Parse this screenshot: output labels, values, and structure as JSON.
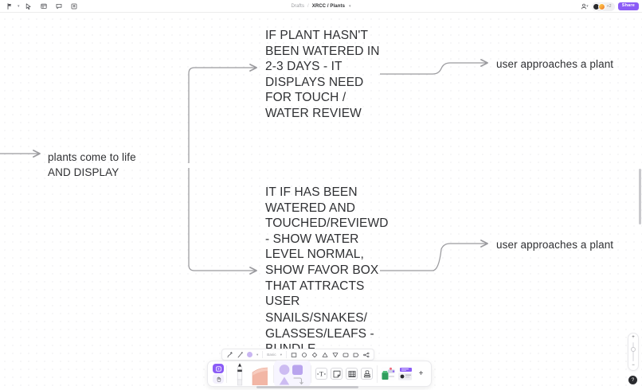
{
  "topbar": {
    "left_icons": [
      {
        "name": "menu-flag-icon",
        "label": "Menu"
      },
      {
        "name": "cursor-select-icon",
        "label": "Select"
      },
      {
        "name": "frame-icon",
        "label": "Frame"
      },
      {
        "name": "comment-icon",
        "label": "Comment"
      },
      {
        "name": "export-icon",
        "label": "Export"
      }
    ],
    "breadcrumb": {
      "root": "Drafts",
      "separator": "/",
      "current": "XRCC / Plants",
      "caret": "▾"
    },
    "right": {
      "person_label": "",
      "avatar_count_label": "+2",
      "share_label": "Share"
    }
  },
  "canvas": {
    "nodes": [
      {
        "id": "hasnt",
        "text": "IF PLANT HASN'T BEEN WATERED IN 2-3 DAYS - IT DISPLAYS NEED FOR TOUCH / WATER REVIEW"
      },
      {
        "id": "left",
        "text": "plants come to life AND DISPLAY"
      },
      {
        "id": "watered",
        "text": "IT IF HAS BEEN WATERED AND TOUCHED/REVIEWD - SHOW WATER LEVEL NORMAL,  SHOW FAVOR BOX THAT ATTRACTS USER"
      },
      {
        "id": "snails",
        "text": "SNAILS/SNAKES/ GLASSES/LEAFS - BUNDLE"
      },
      {
        "id": "user1",
        "text": "user approaches a plant"
      },
      {
        "id": "user2",
        "text": "user approaches a plant"
      }
    ],
    "connector_color": "#9a9a9e"
  },
  "shapebar": {
    "items": [
      {
        "name": "curve-line-icon",
        "label": "Curved line"
      },
      {
        "name": "straight-line-icon",
        "label": "Straight line"
      },
      {
        "name": "color-swatch",
        "label": "Color",
        "color": "#c9b6f2"
      },
      {
        "name": "style-dropdown",
        "label": "Basic"
      },
      {
        "name": "square-shape-icon",
        "label": "Square"
      },
      {
        "name": "circle-shape-icon",
        "label": "Circle"
      },
      {
        "name": "diamond-shape-icon",
        "label": "Diamond"
      },
      {
        "name": "triangle-up-shape-icon",
        "label": "Triangle"
      },
      {
        "name": "triangle-down-shape-icon",
        "label": "Triangle down"
      },
      {
        "name": "rounded-rect-shape-icon",
        "label": "Rounded rectangle"
      },
      {
        "name": "pentagon-arrow-shape-icon",
        "label": "Arrow block"
      },
      {
        "name": "connector-shape-icon",
        "label": "Connector"
      }
    ],
    "style_label": "Basic"
  },
  "toolbar": {
    "play_label": "Present",
    "hand_label": "Pan",
    "pen_label": "Pen",
    "eraser_label": "Eraser",
    "shapes_label": "Shapes",
    "text_label": "T",
    "sticky_label": "Sticky note",
    "table_label": "Table",
    "stamp_label": "Stamp",
    "media_label": "Media",
    "add_label": "+"
  },
  "zoom_rail": {
    "plus": "+",
    "minus": "−",
    "help": "?"
  },
  "colors": {
    "accent": "#8b5cf6",
    "text": "#2f3033",
    "muted": "#9b9ca0",
    "grid_dot": "#e3e3e6",
    "connector": "#9a9a9e"
  }
}
